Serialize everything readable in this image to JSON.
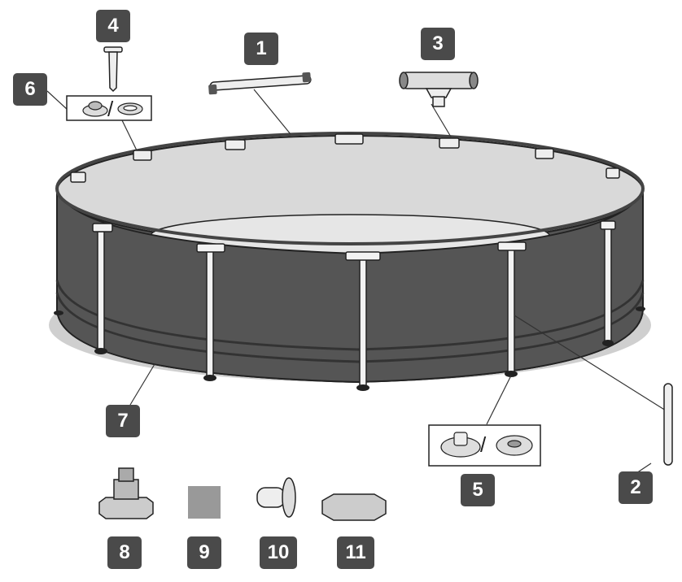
{
  "labels": {
    "part1": "1",
    "part2": "2",
    "part3": "3",
    "part4": "4",
    "part5": "5",
    "part6": "6",
    "part7": "7",
    "part8": "8",
    "part9": "9",
    "part10": "10",
    "part11": "11"
  },
  "separator": "/",
  "colors": {
    "badge": "#4a4a4a",
    "pool_wall": "#555555",
    "pool_floor": "#d8d8d8",
    "patch": "#999999"
  }
}
